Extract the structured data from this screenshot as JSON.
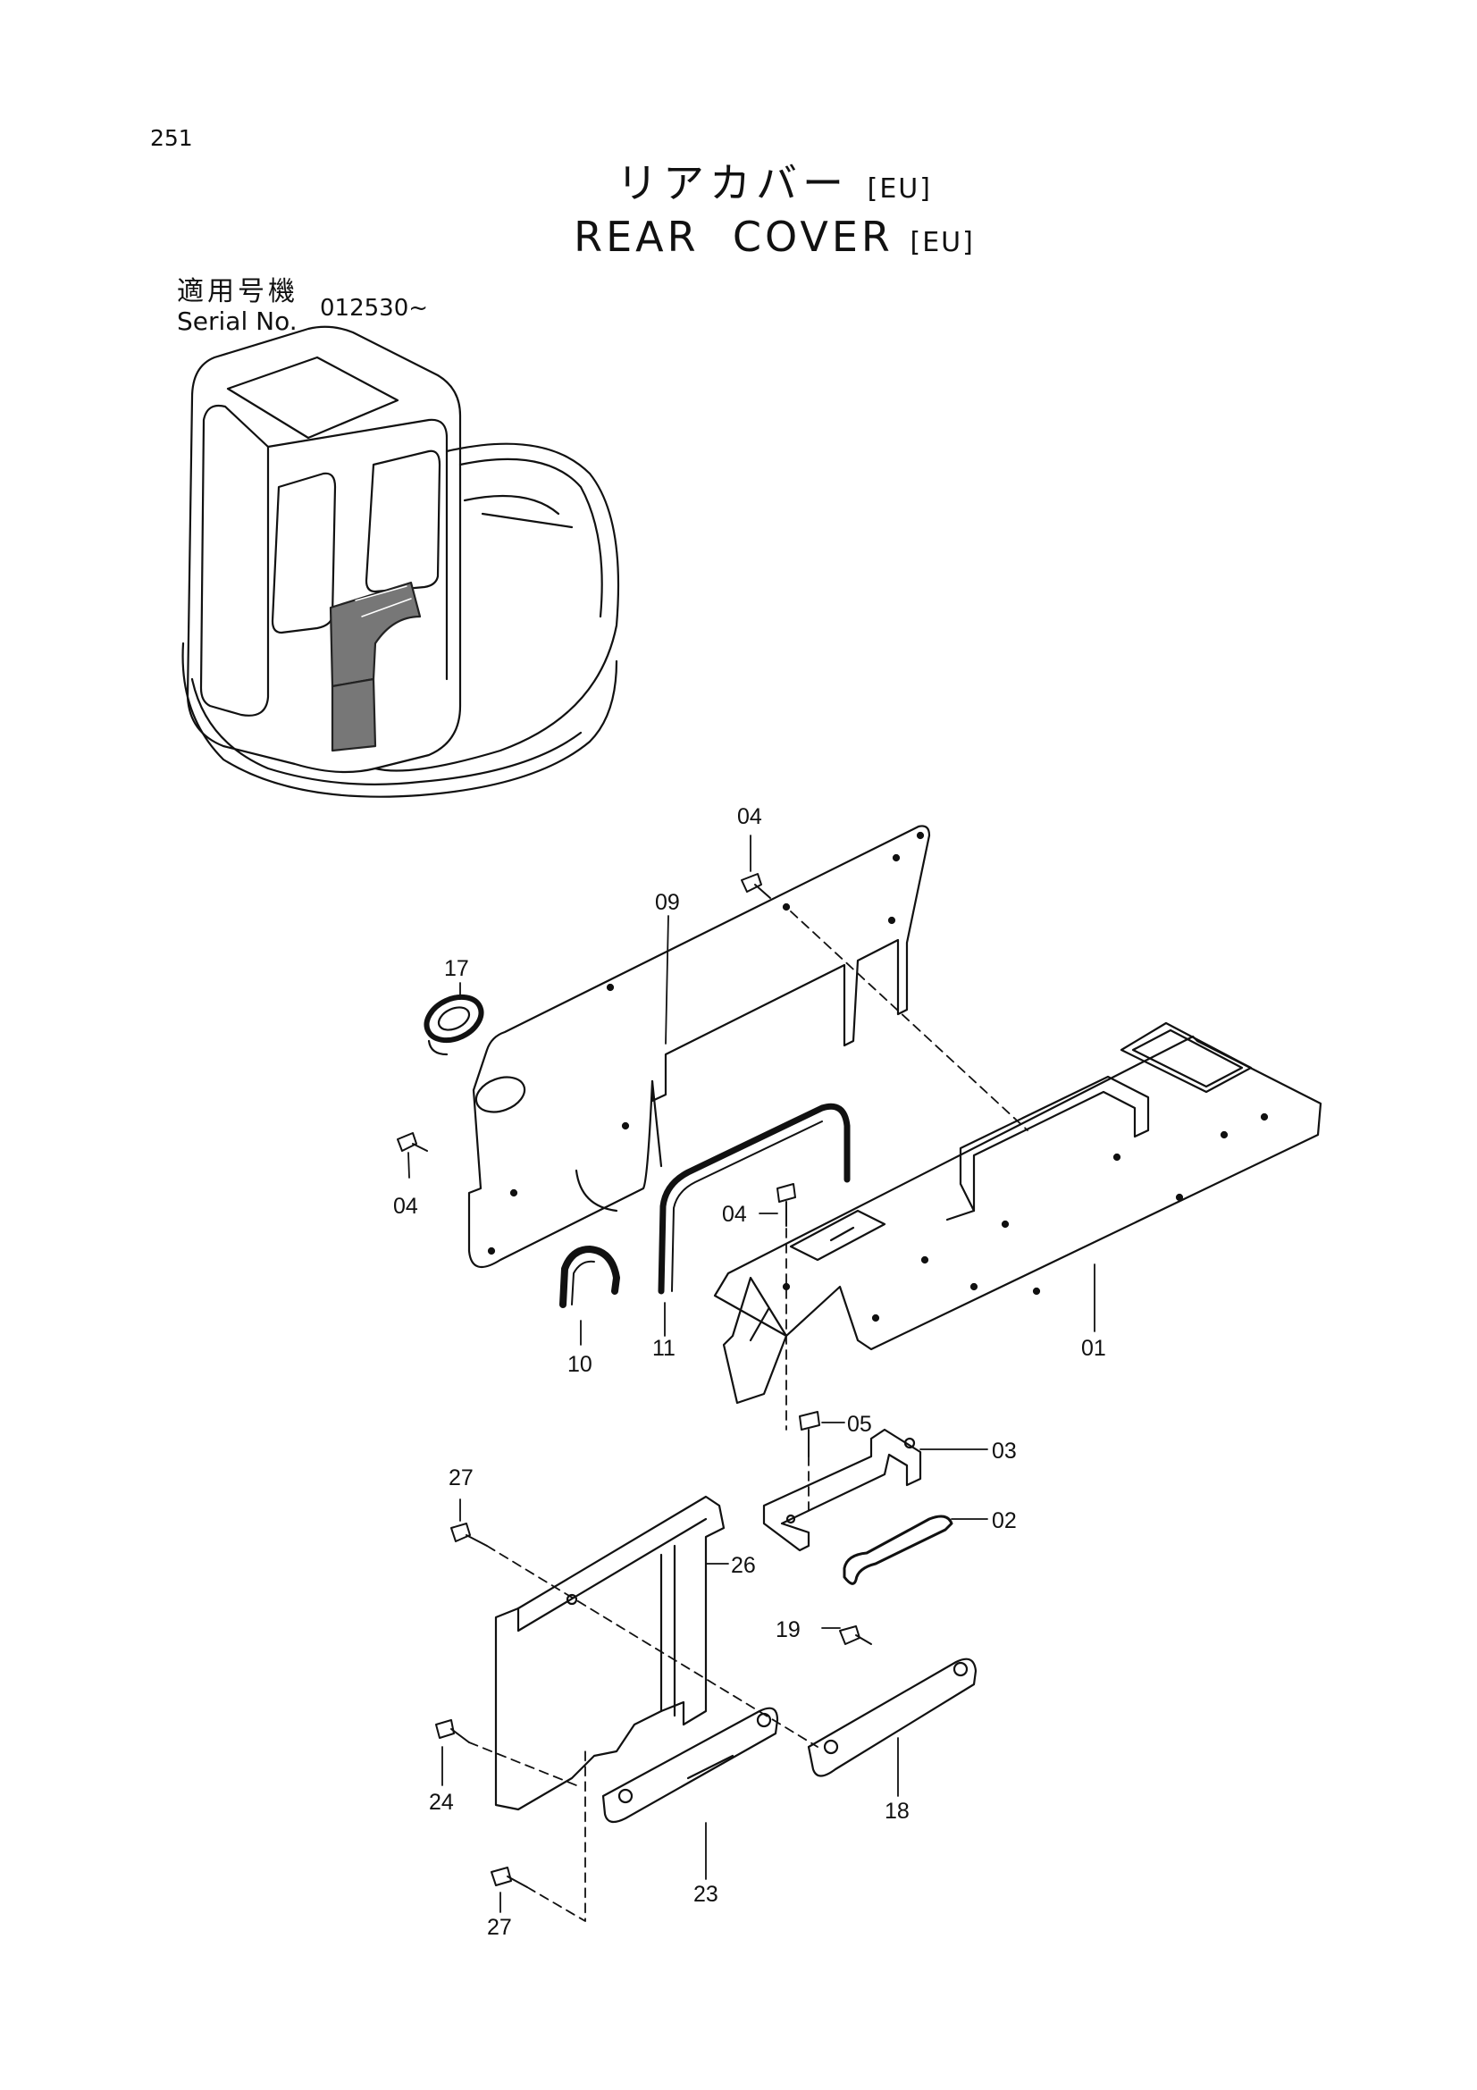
{
  "page_number": "251",
  "title": {
    "japanese": "リアカバー",
    "japanese_suffix": "[EU]",
    "english": "REAR  COVER",
    "english_suffix": "[EU]"
  },
  "serial": {
    "label_japanese": "適用号機",
    "label_english": "Serial No.",
    "value": "012530~"
  },
  "callouts": {
    "p04_top": "04",
    "p09": "09",
    "p17": "17",
    "p04_left": "04",
    "p04_mid": "04",
    "p10": "10",
    "p11": "11",
    "p01": "01",
    "p05": "05",
    "p03": "03",
    "p02": "02",
    "p27_top": "27",
    "p26": "26",
    "p19": "19",
    "p18": "18",
    "p24": "24",
    "p23": "23",
    "p27_bottom": "27"
  }
}
